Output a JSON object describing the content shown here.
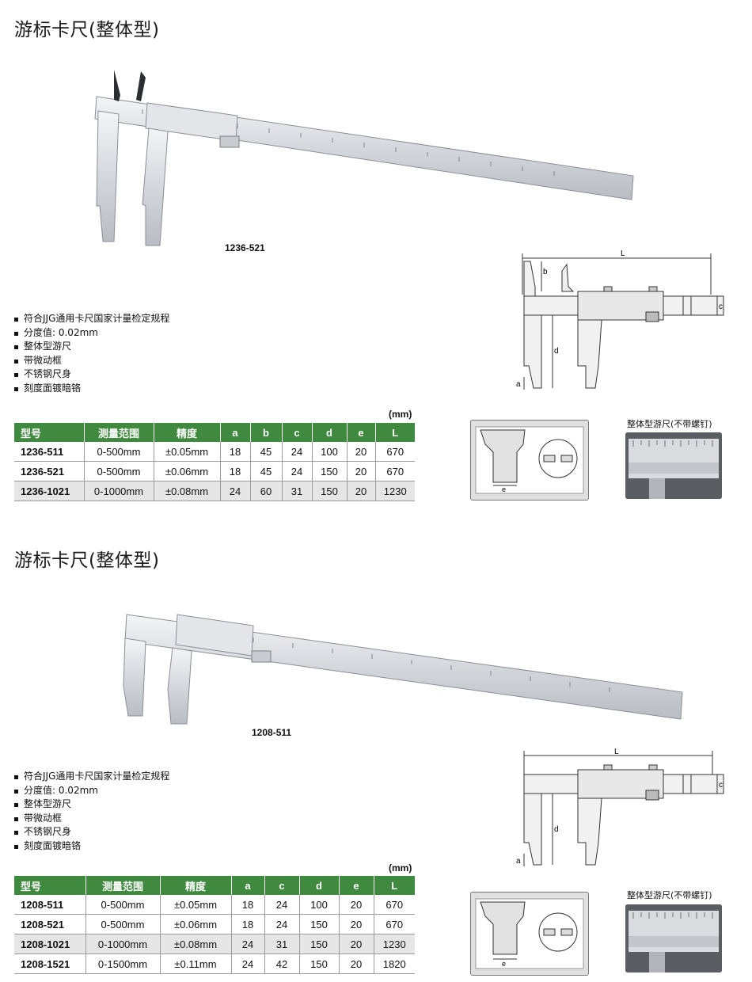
{
  "sections": [
    {
      "title": "游标卡尺(整体型)",
      "model_caption": "1236-521",
      "features": [
        "符合JJG通用卡尺国家计量检定规程",
        "分度值: 0.02mm",
        "整体型游尺",
        "带微动框",
        "不锈钢尺身",
        "刻度面镀暗铬"
      ],
      "unit": "(mm)",
      "headers": [
        "型号",
        "测量范围",
        "精度",
        "a",
        "b",
        "c",
        "d",
        "e",
        "L"
      ],
      "rows": [
        [
          "1236-511",
          "0-500mm",
          "±0.05mm",
          "18",
          "45",
          "24",
          "100",
          "20",
          "670"
        ],
        [
          "1236-521",
          "0-500mm",
          "±0.06mm",
          "18",
          "45",
          "24",
          "150",
          "20",
          "670"
        ],
        [
          "1236-1021",
          "0-1000mm",
          "±0.08mm",
          "24",
          "60",
          "31",
          "150",
          "20",
          "1230"
        ]
      ],
      "diagram_labels": {
        "L": "L",
        "b": "b",
        "c": "c",
        "d": "d",
        "a": "a",
        "e": "e"
      },
      "detail_caption": "整体型游尺(不带螺钉)"
    },
    {
      "title": "游标卡尺(整体型)",
      "model_caption": "1208-511",
      "features": [
        "符合JJG通用卡尺国家计量检定规程",
        "分度值: 0.02mm",
        "整体型游尺",
        "带微动框",
        "不锈钢尺身",
        "刻度面镀暗铬"
      ],
      "unit": "(mm)",
      "headers": [
        "型号",
        "测量范围",
        "精度",
        "a",
        "c",
        "d",
        "e",
        "L"
      ],
      "rows": [
        [
          "1208-511",
          "0-500mm",
          "±0.05mm",
          "18",
          "24",
          "100",
          "20",
          "670"
        ],
        [
          "1208-521",
          "0-500mm",
          "±0.06mm",
          "18",
          "24",
          "150",
          "20",
          "670"
        ],
        [
          "1208-1021",
          "0-1000mm",
          "±0.08mm",
          "24",
          "31",
          "150",
          "20",
          "1230"
        ],
        [
          "1208-1521",
          "0-1500mm",
          "±0.11mm",
          "24",
          "42",
          "150",
          "20",
          "1820"
        ]
      ],
      "diagram_labels": {
        "L": "L",
        "c": "c",
        "d": "d",
        "a": "a",
        "e": "e"
      },
      "detail_caption": "整体型游尺(不带螺钉)"
    }
  ],
  "colors": {
    "table_header": "#3f8a3e",
    "row_shade": "#e6e6e6"
  },
  "icons": [
    "vernier-caliper-image",
    "caliper-dimension-diagram",
    "jaw-detail-diagram",
    "vernier-scale-photo"
  ]
}
